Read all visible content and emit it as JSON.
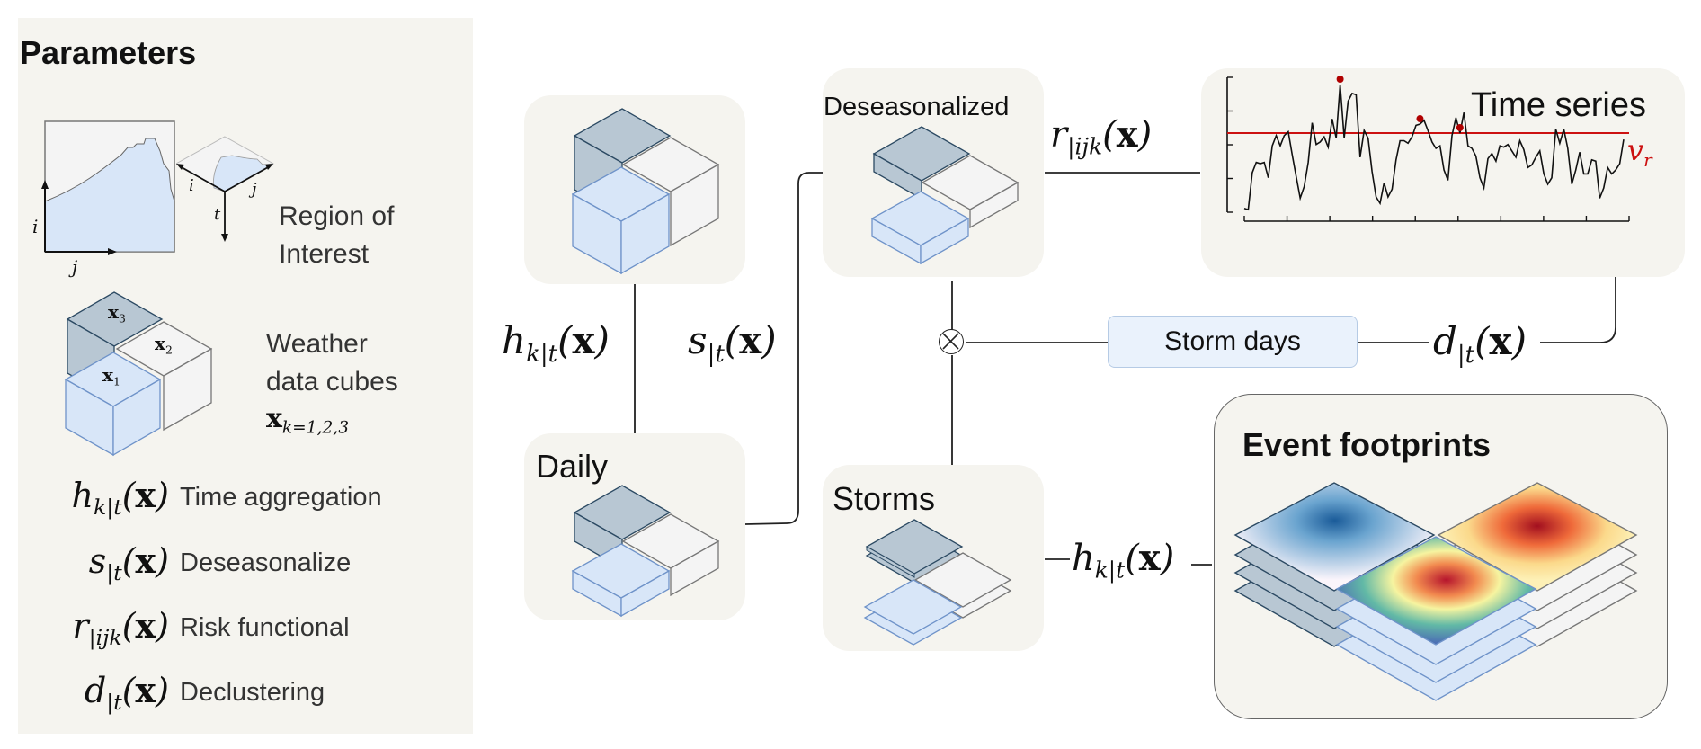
{
  "parameters_panel": {
    "title": "Parameters",
    "region_label_line1": "Region of",
    "region_label_line2": "Interest",
    "axis_i": "i",
    "axis_j": "j",
    "axis_t": "t",
    "cubes_label_line1": "Weather",
    "cubes_label_line2": "data cubes",
    "cubes_symbol": "x",
    "cubes_subscript": "k=1,2,3",
    "cube_labels": [
      "x",
      "x",
      "x"
    ],
    "cube_label_subs": [
      "1",
      "2",
      "3"
    ],
    "functions": [
      {
        "symbol": "h",
        "subscript": "k|t",
        "arg": "x",
        "label": "Time aggregation"
      },
      {
        "symbol": "s",
        "subscript": "|t",
        "arg": "x",
        "label": "Deseasonalize"
      },
      {
        "symbol": "r",
        "subscript": "|ijk",
        "arg": "x",
        "label": "Risk functional"
      },
      {
        "symbol": "d",
        "subscript": "|t",
        "arg": "x",
        "label": "Declustering"
      }
    ]
  },
  "flow": {
    "daily_label": "Daily",
    "deseasonalized_label": "Deseasonalized",
    "storms_label": "Storms",
    "storm_days_label": "Storm days",
    "time_series_label": "Time series",
    "threshold_symbol": "v",
    "threshold_sub": "r",
    "event_footprints_label": "Event footprints",
    "edge_h": {
      "symbol": "h",
      "subscript": "k|t",
      "arg": "x"
    },
    "edge_s": {
      "symbol": "s",
      "subscript": "|t",
      "arg": "x"
    },
    "edge_r": {
      "symbol": "r",
      "subscript": "|ijk",
      "arg": "x"
    },
    "edge_d": {
      "symbol": "d",
      "subscript": "|t",
      "arg": "x"
    },
    "edge_h2": {
      "symbol": "h",
      "subscript": "k|t",
      "arg": "x"
    },
    "multiply_symbol": "⊗"
  },
  "colors": {
    "panel_bg": "#f5f4ef",
    "cube_dark": "#b8c7d3",
    "cube_dark_stroke": "#2c4a63",
    "cube_light": "#f4f4f4",
    "cube_light_stroke": "#777777",
    "cube_blue": "#d8e6f8",
    "cube_blue_stroke": "#6f93c9",
    "threshold": "#cc1111",
    "peak": "#b00000",
    "storm_days_bg": "#eaf2fc",
    "storm_days_border": "#b6cbe5"
  },
  "chart_data": {
    "type": "line",
    "title": "Time series",
    "xlabel": "",
    "ylabel": "",
    "threshold": {
      "label": "v_r",
      "value": 0.62
    },
    "ylim": [
      0,
      1
    ],
    "values": [
      0.03,
      0.02,
      0.31,
      0.39,
      0.38,
      0.39,
      0.27,
      0.52,
      0.6,
      0.52,
      0.6,
      0.63,
      0.45,
      0.28,
      0.11,
      0.2,
      0.39,
      0.7,
      0.53,
      0.55,
      0.59,
      0.51,
      0.73,
      0.58,
      1.0,
      0.58,
      0.87,
      0.93,
      0.92,
      0.43,
      0.64,
      0.58,
      0.32,
      0.12,
      0.07,
      0.23,
      0.12,
      0.18,
      0.41,
      0.56,
      0.56,
      0.54,
      0.59,
      0.68,
      0.69,
      0.72,
      0.64,
      0.55,
      0.5,
      0.52,
      0.33,
      0.25,
      0.6,
      0.74,
      0.62,
      0.78,
      0.52,
      0.5,
      0.44,
      0.27,
      0.19,
      0.42,
      0.46,
      0.4,
      0.52,
      0.51,
      0.53,
      0.48,
      0.43,
      0.56,
      0.49,
      0.35,
      0.37,
      0.43,
      0.48,
      0.3,
      0.22,
      0.27,
      0.65,
      0.54,
      0.65,
      0.5,
      0.22,
      0.33,
      0.47,
      0.3,
      0.3,
      0.41,
      0.4,
      0.11,
      0.19,
      0.35,
      0.3,
      0.33,
      0.38,
      0.57
    ],
    "peaks": [
      24,
      44,
      54
    ],
    "x_ticks": 10,
    "y_ticks": 5,
    "grid": false
  }
}
